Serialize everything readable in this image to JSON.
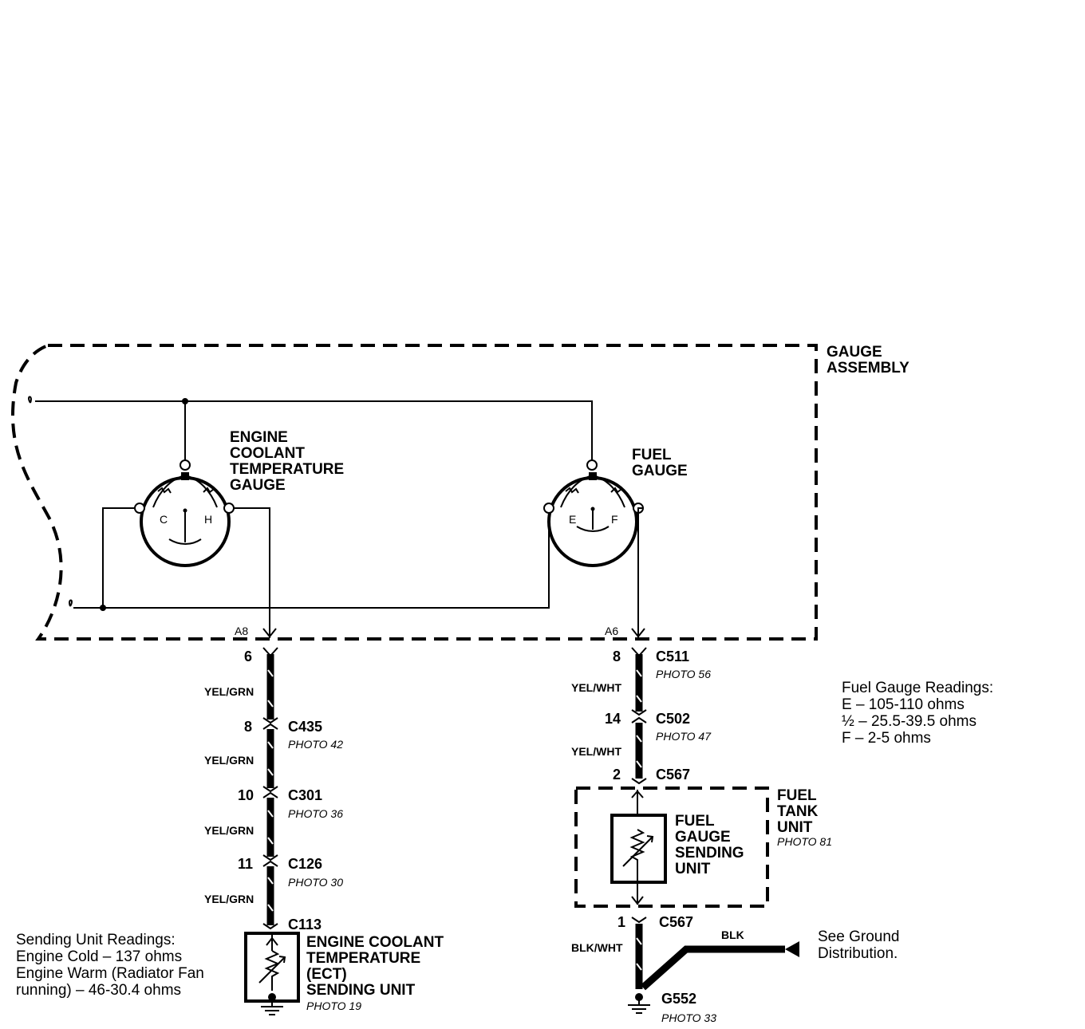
{
  "assembly": {
    "line1": "GAUGE",
    "line2": "ASSEMBLY"
  },
  "ect_gauge": {
    "line1": "ENGINE",
    "line2": "COOLANT",
    "line3": "TEMPERATURE",
    "line4": "GAUGE",
    "cold": "C",
    "hot": "H",
    "pin": "A8"
  },
  "fuel_gauge": {
    "line1": "FUEL",
    "line2": "GAUGE",
    "empty": "E",
    "full": "F",
    "pin": "A6"
  },
  "left_circuit": {
    "connectors": [
      {
        "pin": "6",
        "name": "",
        "photo": ""
      },
      {
        "pin": "8",
        "name": "C435",
        "photo": "PHOTO 42"
      },
      {
        "pin": "10",
        "name": "C301",
        "photo": "PHOTO 36"
      },
      {
        "pin": "11",
        "name": "C126",
        "photo": "PHOTO 30"
      },
      {
        "pin": "",
        "name": "C113",
        "photo": ""
      }
    ],
    "wires": [
      "YEL/GRN",
      "YEL/GRN",
      "YEL/GRN",
      "YEL/GRN"
    ]
  },
  "ect_sender": {
    "line1": "ENGINE COOLANT",
    "line2": "TEMPERATURE",
    "line3": "(ECT)",
    "line4": "SENDING UNIT",
    "photo": "PHOTO 19"
  },
  "sending_readings": {
    "line1": "Sending Unit Readings:",
    "line2": "Engine Cold – 137 ohms",
    "line3": "Engine Warm (Radiator Fan",
    "line4": "running) – 46-30.4 ohms"
  },
  "right_circuit": {
    "c511": {
      "pin": "8",
      "name": "C511",
      "photo": "PHOTO 56"
    },
    "c502": {
      "pin": "14",
      "name": "C502",
      "photo": "PHOTO 47"
    },
    "c567_top": {
      "pin": "2",
      "name": "C567"
    },
    "c567_bottom": {
      "pin": "1",
      "name": "C567"
    },
    "wires": [
      "YEL/WHT",
      "YEL/WHT",
      "BLK/WHT"
    ],
    "ground_wire": "BLK"
  },
  "fuel_readings": {
    "line1": "Fuel Gauge Readings:",
    "line2": "E – 105-110 ohms",
    "line3": "½ – 25.5-39.5 ohms",
    "line4": "F – 2-5 ohms"
  },
  "fuel_tank_unit": {
    "line1": "FUEL",
    "line2": "TANK",
    "line3": "UNIT",
    "photo": "PHOTO 81"
  },
  "fuel_sender": {
    "line1": "FUEL",
    "line2": "GAUGE",
    "line3": "SENDING",
    "line4": "UNIT"
  },
  "ground": {
    "name": "G552",
    "photo": "PHOTO 33",
    "note1": "See Ground",
    "note2": "Distribution."
  }
}
